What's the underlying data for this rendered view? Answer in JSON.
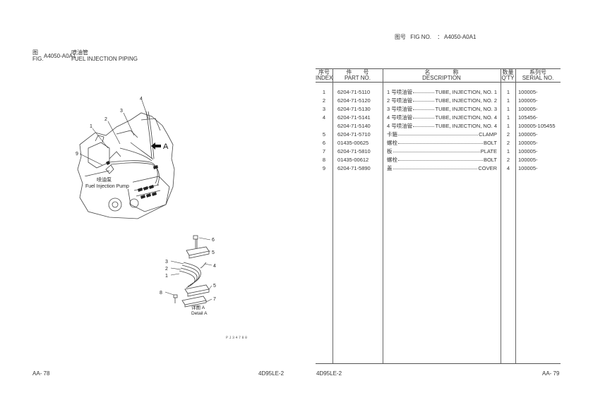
{
  "left_page": {
    "fig_label_cn": "图",
    "fig_label_en": "FIG.",
    "fig_code": "A4050-A0A1",
    "title_cn": "喷油管",
    "title_en": "FUEL INJECTION PIPING",
    "diagram": {
      "callouts_main": [
        "1",
        "2",
        "3",
        "4",
        "9"
      ],
      "view_marker": "A",
      "pump_label_cn": "喷油泵",
      "pump_label_en": "Fuel Injection Pump",
      "callouts_detail": [
        "6",
        "5",
        "3",
        "4",
        "2",
        "1",
        "5",
        "8",
        "7"
      ],
      "detail_label_cn": "详图 A",
      "detail_label_en": "Detail A",
      "drawing_code": "PJ34780"
    },
    "footer_left": "AA- 78",
    "footer_right": "4D95LE-2"
  },
  "right_page": {
    "fig_no_cn": "图号",
    "fig_no_en": "FIG NO.",
    "fig_no_sep": "：",
    "fig_no_value": "A4050-A0A1",
    "table": {
      "headers": [
        {
          "cn": "序号",
          "en": "INDEX"
        },
        {
          "cn": "件　　号",
          "en": "PART NO."
        },
        {
          "cn": "名　　　　称",
          "en": "DESCRIPTION"
        },
        {
          "cn": "数量",
          "en": "Q'TY"
        },
        {
          "cn": "系列号",
          "en": "SERIAL NO."
        }
      ],
      "rows": [
        {
          "index": "1",
          "part_no": "6204-71-5110",
          "desc_cn": "1 号喷油管",
          "desc_en": "TUBE, INJECTION, NO. 1",
          "qty": "1",
          "serial": "100005-"
        },
        {
          "index": "2",
          "part_no": "6204-71-5120",
          "desc_cn": "2 号喷油管",
          "desc_en": "TUBE, INJECTION, NO. 2",
          "qty": "1",
          "serial": "100005-"
        },
        {
          "index": "3",
          "part_no": "6204-71-5130",
          "desc_cn": "3 号喷油管",
          "desc_en": "TUBE, INJECTION, NO. 3",
          "qty": "1",
          "serial": "100005-"
        },
        {
          "index": "4",
          "part_no": "6204-71-5141",
          "desc_cn": "4 号喷油管",
          "desc_en": "TUBE, INJECTION, NO. 4",
          "qty": "1",
          "serial": "105456-"
        },
        {
          "index": "",
          "part_no": "6204-71-5140",
          "desc_cn": "4 号喷油管",
          "desc_en": "TUBE, INJECTION, NO. 4",
          "qty": "1",
          "serial": "100005-105455"
        },
        {
          "index": "5",
          "part_no": "6204-71-5710",
          "desc_cn": "卡箍",
          "desc_en": "CLAMP",
          "qty": "2",
          "serial": "100005-"
        },
        {
          "index": "6",
          "part_no": "01435-00625",
          "desc_cn": "螺栓",
          "desc_en": "BOLT",
          "qty": "2",
          "serial": "100005-"
        },
        {
          "index": "7",
          "part_no": "6204-71-5810",
          "desc_cn": "板",
          "desc_en": "PLATE",
          "qty": "1",
          "serial": "100005-"
        },
        {
          "index": "8",
          "part_no": "01435-00612",
          "desc_cn": "螺栓",
          "desc_en": "BOLT",
          "qty": "2",
          "serial": "100005-"
        },
        {
          "index": "9",
          "part_no": "6204-71-5890",
          "desc_cn": "盖",
          "desc_en": "COVER",
          "qty": "4",
          "serial": "100005-"
        }
      ]
    },
    "footer_left": "4D95LE-2",
    "footer_right": "AA- 79"
  }
}
